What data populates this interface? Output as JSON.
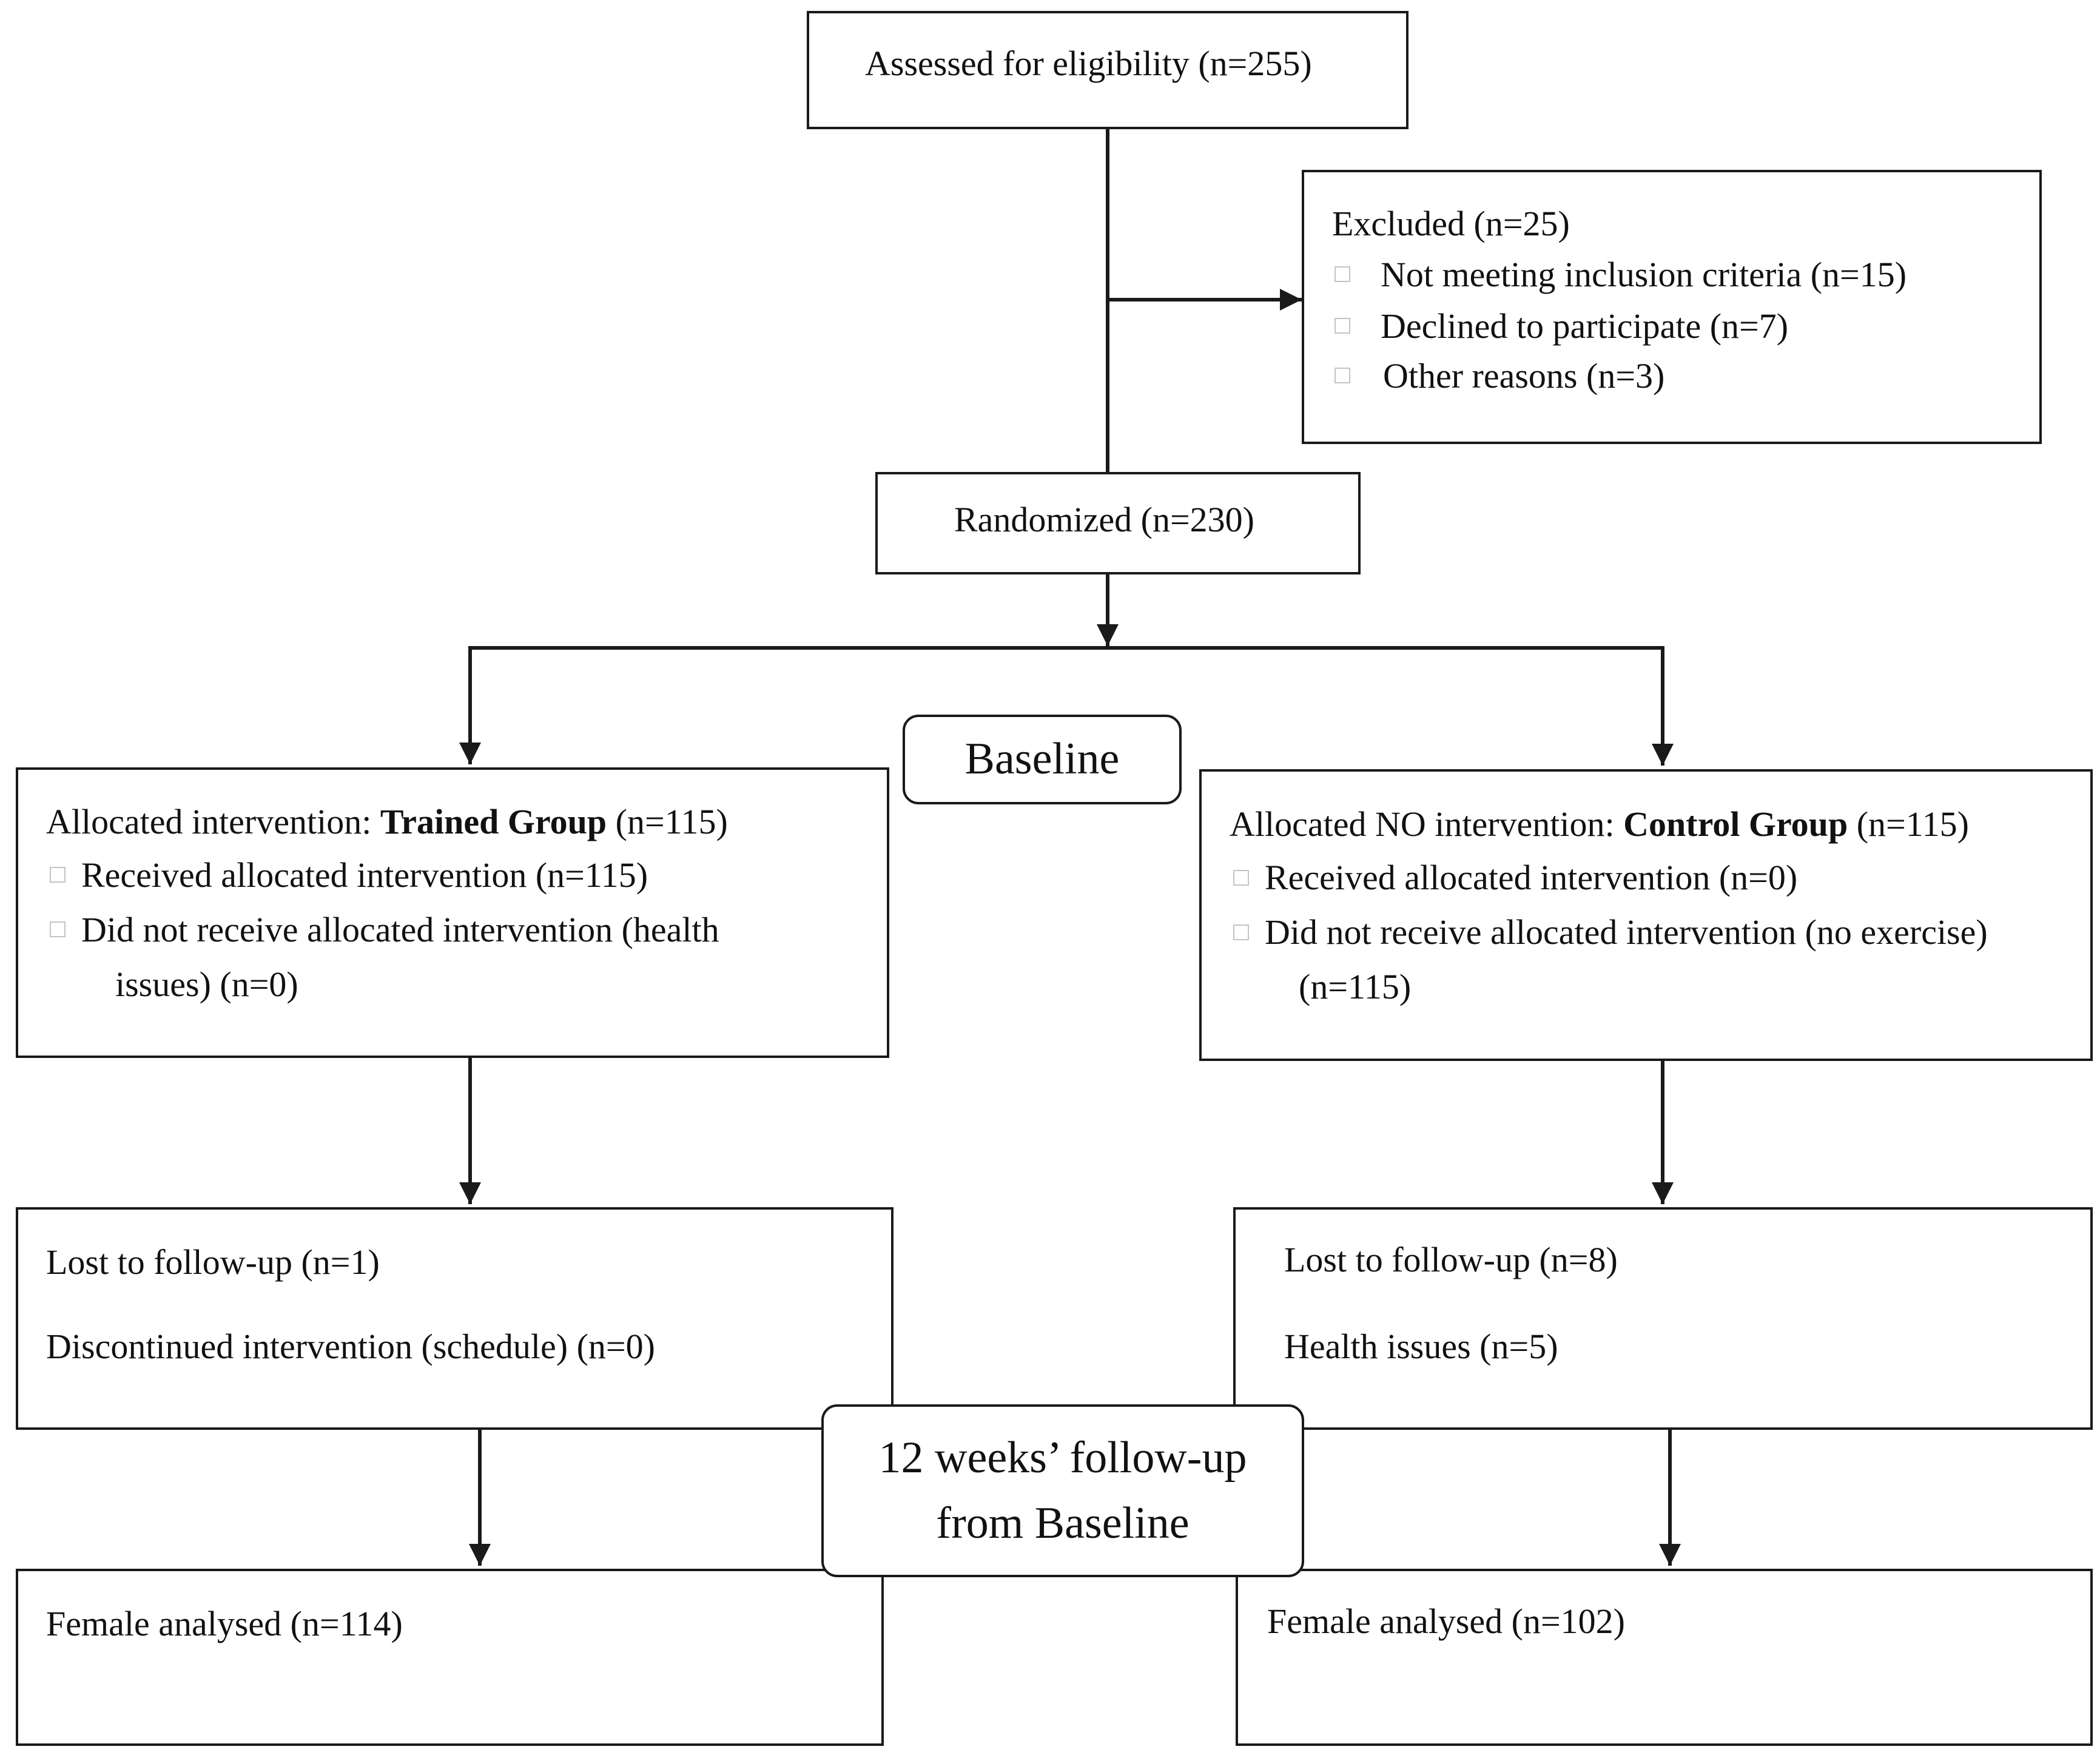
{
  "assessed": {
    "text": "Assessed for eligibility (n=255)"
  },
  "excluded": {
    "title": "Excluded (n=25)",
    "items": [
      "Not meeting inclusion criteria (n=15)",
      "Declined to participate (n=7)",
      "Other reasons (n=3)"
    ]
  },
  "randomized": {
    "text": "Randomized (n=230)"
  },
  "baseline": {
    "label": "Baseline"
  },
  "trained": {
    "title_prefix": "Allocated intervention: ",
    "title_group": "Trained Group",
    "title_count": " (n=115)",
    "items": [
      "Received allocated intervention (n=115)",
      "Did not receive allocated intervention (health",
      "issues) (n=0)"
    ]
  },
  "control": {
    "title_prefix": "Allocated NO intervention: ",
    "title_group": "Control Group",
    "title_count": " (n=115)",
    "items": [
      "Received allocated intervention (n=0)",
      "Did not receive allocated intervention (no exercise)",
      "(n=115)"
    ]
  },
  "trained_followup": {
    "lost": "Lost to follow-up (n=1)",
    "discontinued": "Discontinued intervention (schedule) (n=0)"
  },
  "control_followup": {
    "lost": "Lost to follow-up (n=8)",
    "health": "Health issues (n=5)"
  },
  "followup_stage": {
    "line1": "12 weeks’ follow-up",
    "line2": "from Baseline"
  },
  "trained_analysed": {
    "text": "Female analysed  (n=114)"
  },
  "control_analysed": {
    "text": "Female analysed  (n=102)"
  }
}
